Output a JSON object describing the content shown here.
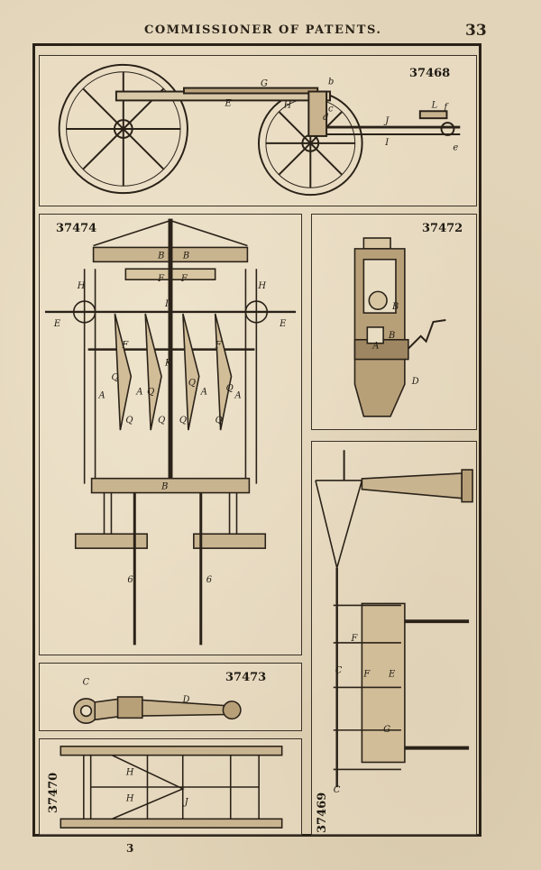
{
  "header": {
    "running_head": "COMMISSIONER OF PATENTS.",
    "page_number": "33"
  },
  "figures": {
    "fig_37468": {
      "number": "37468",
      "labels": [
        "G",
        "b",
        "E",
        "H",
        "L",
        "f",
        "c",
        "d",
        "J",
        "I",
        "e"
      ]
    },
    "fig_37474": {
      "number": "37474",
      "labels": [
        "B",
        "B",
        "F",
        "F",
        "H",
        "H",
        "E",
        "E",
        "I",
        "F",
        "F",
        "A",
        "Q",
        "K",
        "A",
        "Q",
        "Q",
        "A",
        "A",
        "Q",
        "Q",
        "Q",
        "Q",
        "Q",
        "B",
        "6",
        "6"
      ]
    },
    "fig_37472": {
      "number": "37472",
      "labels": [
        "B",
        "B",
        "A",
        "D"
      ]
    },
    "fig_37473": {
      "number": "37473",
      "labels": [
        "C",
        "D"
      ]
    },
    "fig_37470": {
      "number": "37470",
      "labels": [
        "H",
        "H",
        "J"
      ]
    },
    "fig_37469": {
      "number": "37469",
      "labels": [
        "F",
        "F",
        "C",
        "E",
        "G",
        "C"
      ]
    }
  },
  "footer": {
    "signature_mark": "3"
  }
}
